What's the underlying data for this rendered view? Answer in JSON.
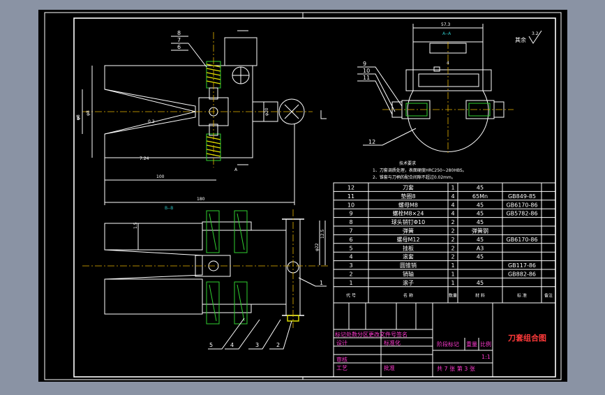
{
  "colors": {
    "background": "#8a93a4",
    "canvas": "#000000",
    "line": "#ffffff",
    "hatch": "#2ec4c4",
    "yellow": "#e0e000",
    "green": "#30d030",
    "magenta": "#ff3ad0",
    "red": "#ff3a3a",
    "center": "#e8b400"
  },
  "views": {
    "section_aa": "A--A",
    "section_bb": "B--B",
    "cut_label": "A",
    "section_b": "B",
    "dim_top_width": "57.3",
    "dim_left_height": "φ8",
    "dim_left_inner": "φ8",
    "dim_bottom_1": "100",
    "dim_bottom_2": "180",
    "dim_taper": "7:24",
    "dim_small": "1.5",
    "dim_mid": "0.2",
    "dim_small_2": "φ20",
    "dim_bore": "φ22",
    "dim_ref": "4",
    "dim_right": "12.5"
  },
  "balloons": {
    "top_left": [
      "8",
      "7",
      "6"
    ],
    "top_right": [
      "9",
      "10",
      "11"
    ],
    "right_lower": "12",
    "bottom_row": [
      "5",
      "4",
      "3",
      "2"
    ],
    "side": "1"
  },
  "roughness": {
    "label": "其余",
    "value": "3.2"
  },
  "tech_req": {
    "title": "技术要求",
    "lines": [
      "1、刀套调质处理，表面硬度HRC250~280HBS。",
      "2、锥套与刀柄的配合间隙不超过0.02mm。"
    ]
  },
  "bom": {
    "rows": [
      {
        "no": "12",
        "name": "刀套",
        "qty": "1",
        "material": "45",
        "standard": ""
      },
      {
        "no": "11",
        "name": "垫圈8",
        "qty": "4",
        "material": "65Mn",
        "standard": "GB849-85"
      },
      {
        "no": "10",
        "name": "螺母M8",
        "qty": "4",
        "material": "45",
        "standard": "GB6170-86"
      },
      {
        "no": "9",
        "name": "螺栓M8×24",
        "qty": "4",
        "material": "45",
        "standard": "GB5782-86"
      },
      {
        "no": "8",
        "name": "球头销钉Φ10",
        "qty": "2",
        "material": "45",
        "standard": ""
      },
      {
        "no": "7",
        "name": "弹簧",
        "qty": "2",
        "material": "弹簧钢",
        "standard": ""
      },
      {
        "no": "6",
        "name": "螺母M12",
        "qty": "2",
        "material": "45",
        "standard": "GB6170-86"
      },
      {
        "no": "5",
        "name": "挂板",
        "qty": "2",
        "material": "A3",
        "standard": ""
      },
      {
        "no": "4",
        "name": "滚套",
        "qty": "2",
        "material": "45",
        "standard": ""
      },
      {
        "no": "3",
        "name": "圆锥销",
        "qty": "1",
        "material": "",
        "standard": "GB117-86"
      },
      {
        "no": "2",
        "name": "销轴",
        "qty": "1",
        "material": "",
        "standard": "GB882-86"
      },
      {
        "no": "1",
        "name": "滚子",
        "qty": "1",
        "material": "45",
        "standard": ""
      }
    ],
    "header": {
      "no": "代  号",
      "name": "名  称",
      "qty": "数量",
      "material": "材  料",
      "standard": "标  准",
      "note": "备注"
    }
  },
  "title_block": {
    "drawing_title": "刀套组合图",
    "revision_row": "标记处数分区更改文件号签名",
    "design": "设计",
    "standardize": "标准化",
    "review": "审核",
    "process": "工艺",
    "approve": "批准",
    "stage": "阶段标记",
    "weight": "重量",
    "scale": "比例",
    "scale_value": "1:1",
    "sheets": "共 7  张  第 3 张"
  }
}
